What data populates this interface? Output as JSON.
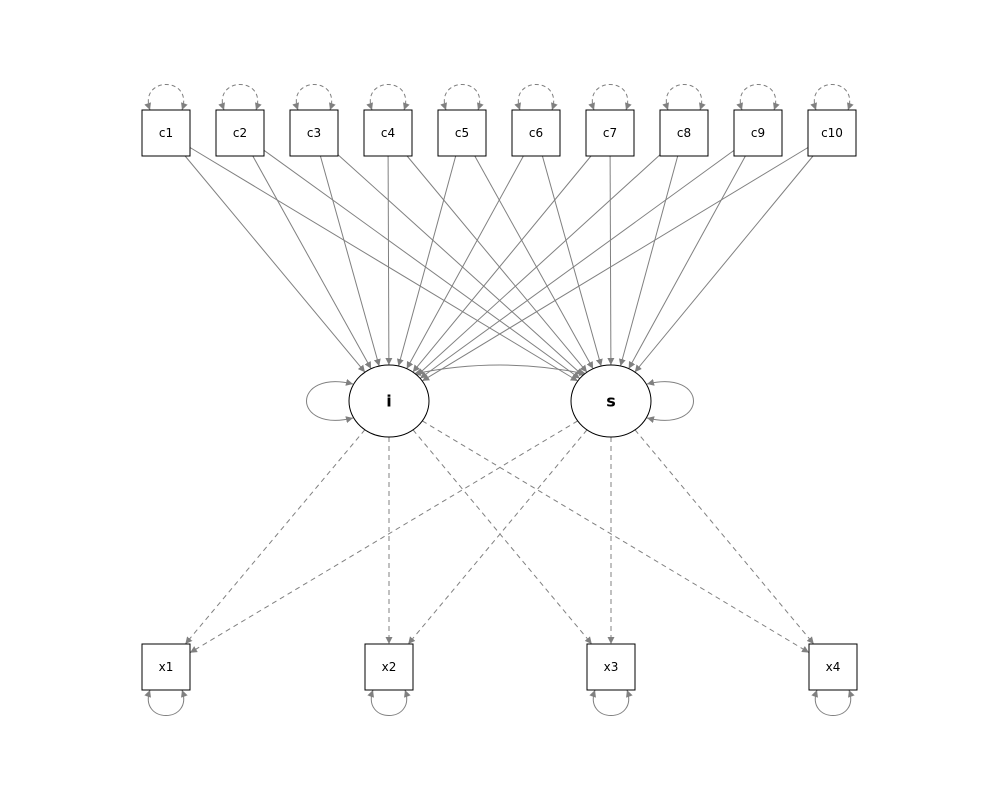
{
  "colors": {
    "edge": "#808080",
    "node_stroke": "#000000",
    "background": "#ffffff"
  },
  "covariates": [
    {
      "id": "c1",
      "label": "c1"
    },
    {
      "id": "c2",
      "label": "c2"
    },
    {
      "id": "c3",
      "label": "c3"
    },
    {
      "id": "c4",
      "label": "c4"
    },
    {
      "id": "c5",
      "label": "c5"
    },
    {
      "id": "c6",
      "label": "c6"
    },
    {
      "id": "c7",
      "label": "c7"
    },
    {
      "id": "c8",
      "label": "c8"
    },
    {
      "id": "c9",
      "label": "c9"
    },
    {
      "id": "c10",
      "label": "c10"
    }
  ],
  "latents": [
    {
      "id": "i",
      "label": "i"
    },
    {
      "id": "s",
      "label": "s"
    }
  ],
  "indicators": [
    {
      "id": "x1",
      "label": "x1"
    },
    {
      "id": "x2",
      "label": "x2"
    },
    {
      "id": "x3",
      "label": "x3"
    },
    {
      "id": "x4",
      "label": "x4"
    }
  ],
  "regressions": [
    {
      "from": "c1",
      "to": "i"
    },
    {
      "from": "c2",
      "to": "i"
    },
    {
      "from": "c3",
      "to": "i"
    },
    {
      "from": "c4",
      "to": "i"
    },
    {
      "from": "c5",
      "to": "i"
    },
    {
      "from": "c6",
      "to": "i"
    },
    {
      "from": "c7",
      "to": "i"
    },
    {
      "from": "c8",
      "to": "i"
    },
    {
      "from": "c9",
      "to": "i"
    },
    {
      "from": "c10",
      "to": "i"
    },
    {
      "from": "c1",
      "to": "s"
    },
    {
      "from": "c2",
      "to": "s"
    },
    {
      "from": "c3",
      "to": "s"
    },
    {
      "from": "c4",
      "to": "s"
    },
    {
      "from": "c5",
      "to": "s"
    },
    {
      "from": "c6",
      "to": "s"
    },
    {
      "from": "c7",
      "to": "s"
    },
    {
      "from": "c8",
      "to": "s"
    },
    {
      "from": "c9",
      "to": "s"
    },
    {
      "from": "c10",
      "to": "s"
    }
  ],
  "loadings": [
    {
      "from": "i",
      "to": "x1",
      "fixed": true
    },
    {
      "from": "i",
      "to": "x2",
      "fixed": true
    },
    {
      "from": "i",
      "to": "x3",
      "fixed": true
    },
    {
      "from": "i",
      "to": "x4",
      "fixed": true
    },
    {
      "from": "s",
      "to": "x1",
      "fixed": true
    },
    {
      "from": "s",
      "to": "x2",
      "fixed": true
    },
    {
      "from": "s",
      "to": "x3",
      "fixed": true
    },
    {
      "from": "s",
      "to": "x4",
      "fixed": true
    }
  ],
  "covariances": [
    {
      "between": [
        "i",
        "s"
      ]
    }
  ]
}
